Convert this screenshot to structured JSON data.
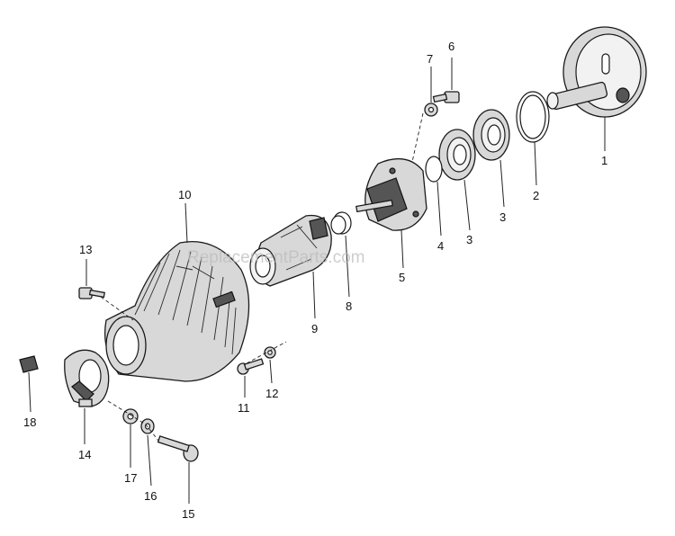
{
  "watermark": "ReplacementParts.com",
  "callouts": {
    "c1": "1",
    "c2": "2",
    "c3a": "3",
    "c3b": "3",
    "c4": "4",
    "c5": "5",
    "c6": "6",
    "c7": "7",
    "c8": "8",
    "c9": "9",
    "c10": "10",
    "c11": "11",
    "c12": "12",
    "c13": "13",
    "c14": "14",
    "c15": "15",
    "c16": "16",
    "c17": "17",
    "c18": "18"
  }
}
